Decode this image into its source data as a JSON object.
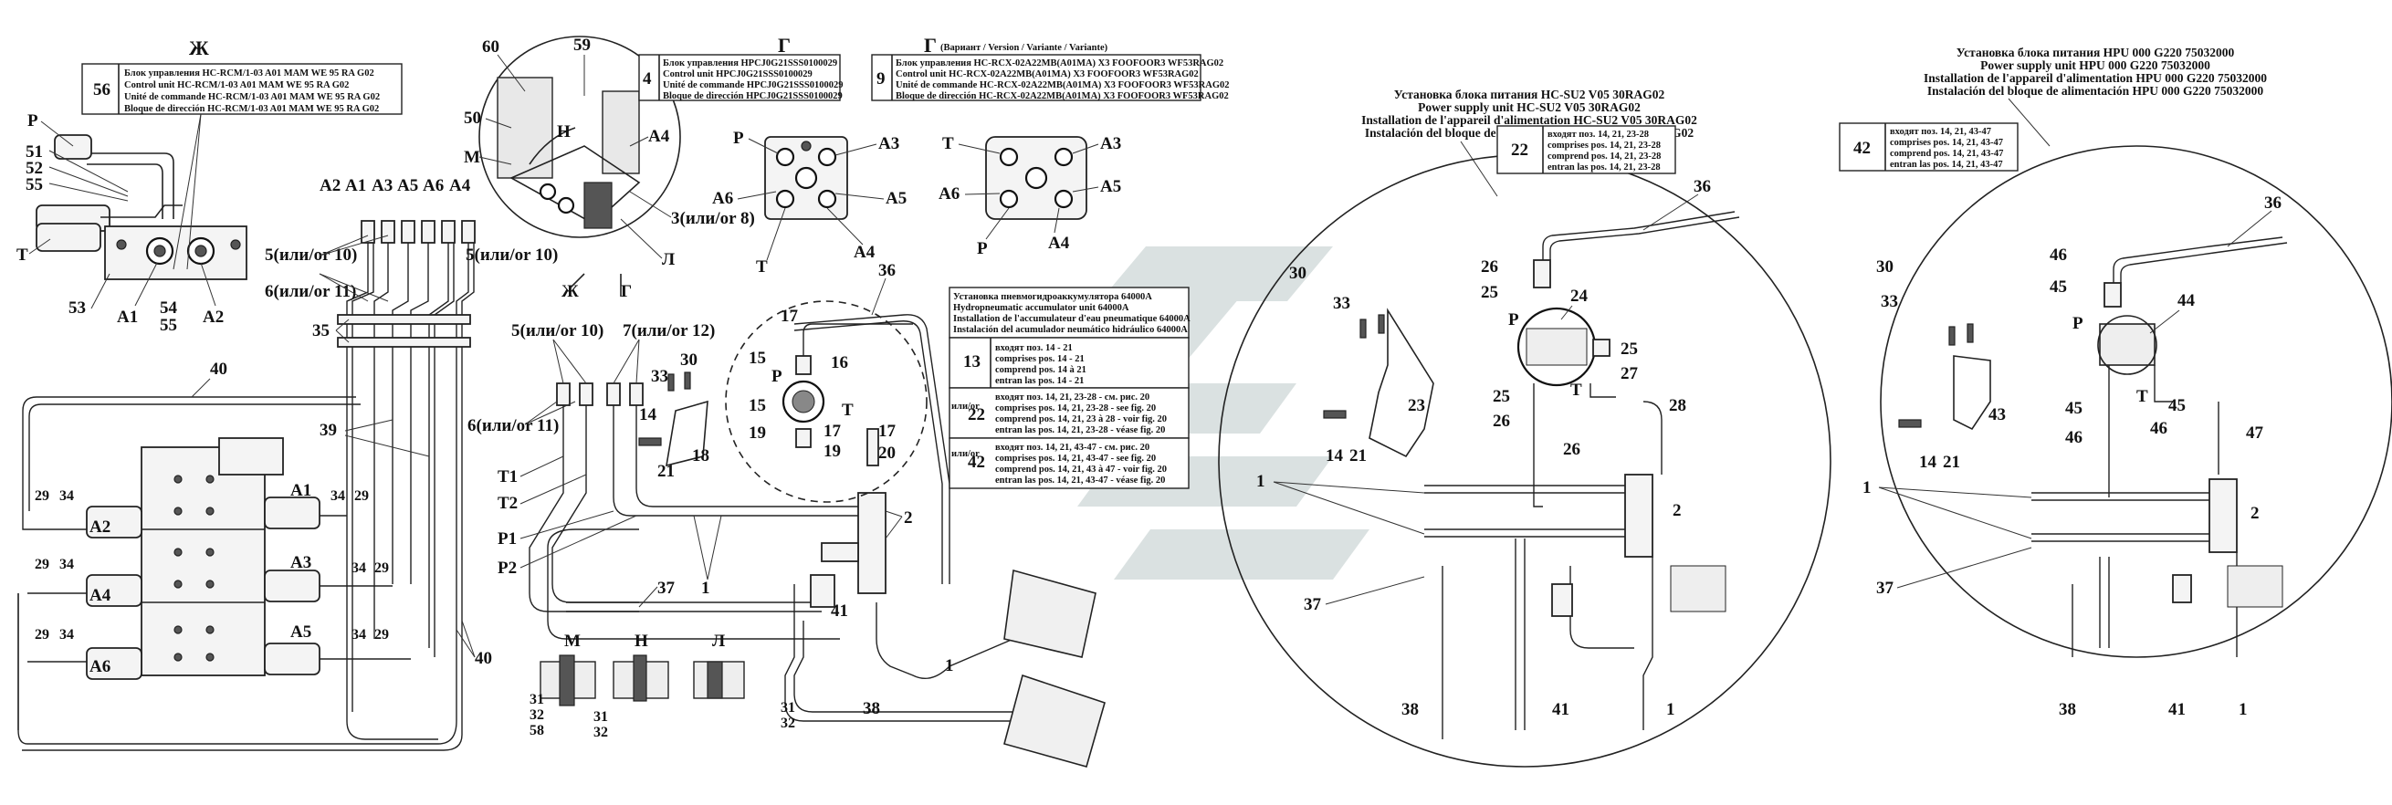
{
  "section_zh": {
    "title": "Ж",
    "box_num": "56",
    "lines": [
      "Блок управления НС-RCM/1-03 A01 MAM WE 95 RA G02",
      "Control unit HC-RCM/1-03 A01 MAM WE 95 RA G02",
      "Unité de commande HC-RCM/1-03 A01 MAM WE 95 RA G02",
      "Bloque de dirección HC-RCM/1-03 A01 MAM WE 95 RA G02"
    ],
    "labels": [
      "P",
      "51",
      "52",
      "55",
      "T",
      "53",
      "A1",
      "54",
      "55",
      "A2"
    ]
  },
  "section_g": {
    "title": "Г",
    "box_num": "4",
    "lines": [
      "Блок управления HPCJ0G21SSS0100029",
      "Control unit HPCJ0G21SSS0100029",
      "Unité de commande HPCJ0G21SSS0100029",
      "Bloque de dirección HPCJ0G21SSS0100029"
    ],
    "ports": [
      "P",
      "A3",
      "A6",
      "A5",
      "T",
      "A4"
    ]
  },
  "section_g_variant": {
    "title": "Г",
    "subtitle": "(Вариант / Version / Variante / Variante)",
    "box_num": "9",
    "lines": [
      "Блок управления HC-RCX-02A22MB(A01MA) X3 FOOFOOR3 WF53RAG02",
      "Control unit HC-RCX-02A22MB(A01MA) X3 FOOFOOR3 WF53RAG02",
      "Unité de commande HC-RCX-02A22MB(A01MA) X3 FOOFOOR3 WF53RAG02",
      "Bloque de dirección HC-RCX-02A22MB(A01MA) X3 FOOFOOR3 WF53RAG02"
    ],
    "ports": [
      "T",
      "A3",
      "A6",
      "A5",
      "P",
      "A4"
    ]
  },
  "detail_top": {
    "labels": [
      "60",
      "59",
      "50",
      "M",
      "H",
      "A4",
      "3(или/or 8)",
      "Л",
      "Ж",
      "Г"
    ]
  },
  "hoses": {
    "top_labels": [
      "A2",
      "A1",
      "A3",
      "A5",
      "A6",
      "A4"
    ],
    "labels": [
      "5(или/or 10)",
      "6(или/or 11)",
      "5(или/or 10)",
      "35",
      "40",
      "39",
      "40"
    ]
  },
  "valve_block": {
    "left_labels": [
      "29",
      "34",
      "A2",
      "29",
      "34",
      "A4",
      "29",
      "34",
      "A6"
    ],
    "right_labels": [
      "A1",
      "34",
      "29",
      "A3",
      "34",
      "29",
      "A5",
      "34",
      "29"
    ]
  },
  "center_diagram": {
    "labels": [
      "5(или/or 10)",
      "7(или/or 12)",
      "6(или/or 11)",
      "T1",
      "T2",
      "P1",
      "P2",
      "37",
      "1",
      "41",
      "2",
      "38",
      "1",
      "36",
      "14",
      "21",
      "18",
      "33",
      "30"
    ],
    "accumulator_labels": [
      "17",
      "15",
      "P",
      "16",
      "15",
      "T",
      "19",
      "17",
      "19",
      "17",
      "20"
    ]
  },
  "sections_small": {
    "labels": [
      "M",
      "H",
      "Л"
    ],
    "items_m": [
      "31",
      "32",
      "58"
    ],
    "items_h": [
      "31",
      "32"
    ],
    "items_l": [
      "31",
      "32"
    ]
  },
  "accumulator_table": {
    "header": [
      "Установка пневмогидроаккумулятора 64000A",
      "Hydropneumatic accumulator unit 64000A",
      "Installation de l'accumulateur d'eau pneumatique 64000A",
      "Instalación del acumulador neumático hidráulico 64000A"
    ],
    "rows": [
      {
        "num": "13",
        "text": [
          "входят поз. 14 - 21",
          "comprises pos. 14 - 21",
          "comprend pos. 14 à 21",
          "entran las pos. 14 - 21"
        ]
      },
      {
        "num": "22",
        "prefix": "или/or",
        "text": [
          "входят поз. 14, 21, 23-28 - см. рис. 20",
          "comprises pos. 14, 21, 23-28 - see fig. 20",
          "comprend pos. 14, 21, 23 à 28 - voir fig. 20",
          "entran las pos. 14, 21, 23-28 - véase fig. 20"
        ]
      },
      {
        "num": "42",
        "prefix": "или/or",
        "text": [
          "входят поз. 14, 21, 43-47 - см. рис. 20",
          "comprises pos. 14, 21, 43-47 - see fig. 20",
          "comprend pos. 14, 21, 43 à 47 - voir fig. 20",
          "entran las pos. 14, 21, 43-47 - véase fig. 20"
        ]
      }
    ]
  },
  "circle_hc": {
    "title": [
      "Установка блока питания HC-SU2 V05 30RAG02",
      "Power supply unit HC-SU2 V05 30RAG02",
      "Installation de l'appareil d'alimentation HC-SU2 V05 30RAG02",
      "Instalación del bloque de alimentación HC-SU2 V05 30RAG02"
    ],
    "box_num": "22",
    "box_lines": [
      "входят поз. 14, 21, 23-28",
      "comprises pos. 14, 21, 23-28",
      "comprend pos. 14, 21, 23-28",
      "entran las pos. 14, 21, 23-28"
    ],
    "labels": [
      "36",
      "26",
      "25",
      "P",
      "24",
      "30",
      "33",
      "23",
      "14",
      "21",
      "25",
      "27",
      "T",
      "25",
      "26",
      "26",
      "28",
      "1",
      "2",
      "37",
      "38",
      "41",
      "1"
    ]
  },
  "circle_hpu": {
    "title": [
      "Установка блока питания HPU 000 G220 75032000",
      "Power supply unit HPU 000 G220 75032000",
      "Installation de l'appareil d'alimentation HPU 000 G220 75032000",
      "Instalación del bloque de alimentación HPU 000 G220 75032000"
    ],
    "box_num": "42",
    "box_lines": [
      "входят поз. 14, 21, 43-47",
      "comprises pos. 14, 21, 43-47",
      "comprend pos. 14, 21, 43-47",
      "entran las pos. 14, 21, 43-47"
    ],
    "labels": [
      "36",
      "46",
      "45",
      "P",
      "44",
      "30",
      "33",
      "43",
      "14",
      "21",
      "45",
      "T",
      "45",
      "46",
      "46",
      "47",
      "1",
      "2",
      "37",
      "38",
      "41",
      "1"
    ]
  },
  "colors": {
    "line": "#222222",
    "watermark": "#1f4d4a"
  }
}
